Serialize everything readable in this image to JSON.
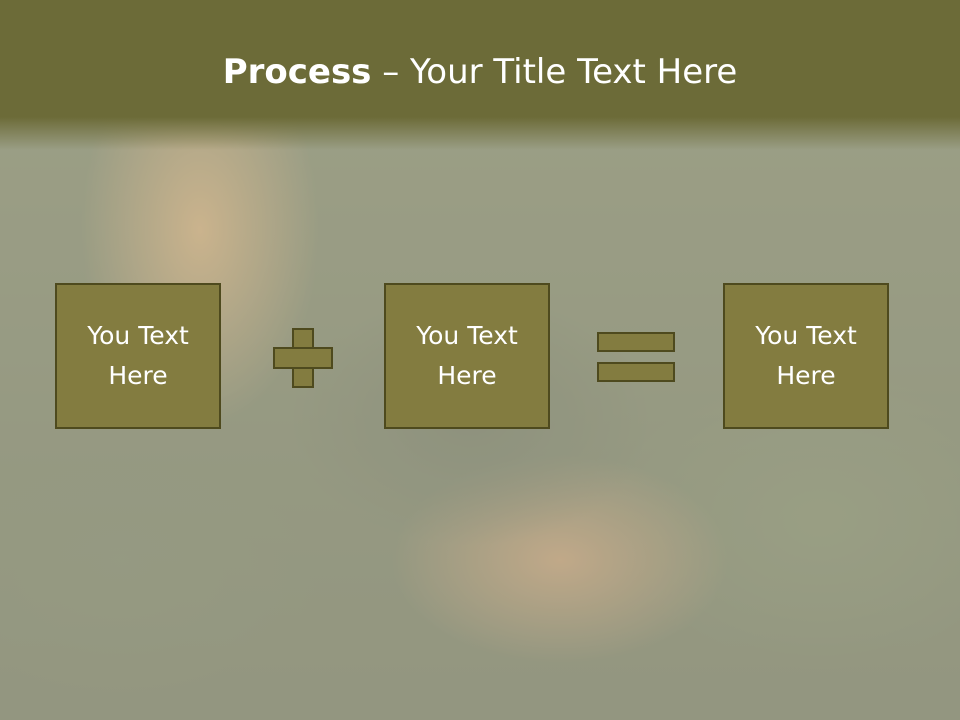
{
  "title": {
    "bold": "Process",
    "rest": " – Your Title Text Here"
  },
  "boxes": [
    {
      "label": "You Text Here"
    },
    {
      "label": "You Text Here"
    },
    {
      "label": "You Text Here"
    }
  ],
  "colors": {
    "title_band": "#6c6b38",
    "box_fill": "#837c40",
    "box_border": "#4e4a1e",
    "text": "#ffffff"
  },
  "icons": [
    "plus-icon",
    "equals-icon"
  ]
}
